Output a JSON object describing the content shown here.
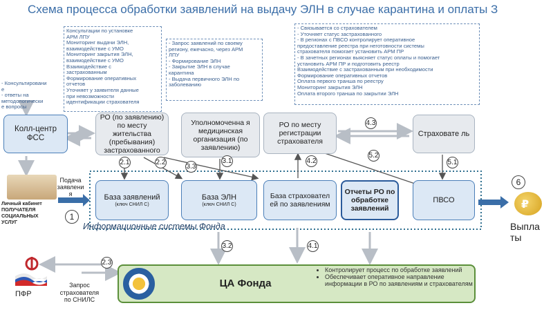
{
  "title": "Схема процесса обработки заявлений на выдачу ЭЛН в случае карантина и оплаты З",
  "left": {
    "consult_lines": [
      "- Консультировани",
      "е",
      "- ответы на",
      "методологически",
      "е вопросы"
    ],
    "callcenter": "Колл-центр ФСС",
    "cabinet_lines": [
      "Личный кабинет",
      "ПОЛУЧАТЕЛЯ",
      "СОЦИАЛЬНЫХ",
      "УСЛУГ"
    ],
    "submit": "Подача заявлени я",
    "pfr": "ПФР",
    "request_lines": [
      "Запрос",
      "страхователя",
      "по СНИЛС"
    ]
  },
  "notes": {
    "ro": [
      "Консультации по установке",
      "АРМ ЛПУ",
      "Мониторинг выдачи ЭЛН,",
      "взаимодействие с УМО",
      "Мониторинг закрытия ЭЛН,",
      "взаимодействие с УМО",
      "Взаимодействие с",
      "застрахованным",
      "Формирование оперативных",
      "отчетов",
      "Уточняет у заявителя данные",
      "при невозможности",
      "идентификации страхователя"
    ],
    "med": [
      "- Запрос заявлений по своему",
      "региону, ежечасно, через АРМ",
      "ЛПУ",
      "- Формирование ЭЛН",
      "- Закрытие ЭЛН в случае",
      "карантина",
      "- Выдача первичного ЭЛН по",
      "заболеванию"
    ],
    "ro2": [
      "- Связывается со страхователем",
      "- Уточняет статус застрахованного",
      "- В регионах с ПВСО контролирует оперативное",
      "предоставление реестра при неготовности системы",
      "страхователя помогает установить АРМ ПР",
      "- В зачетных регионах выясняет статус оплаты и помогает",
      "установить АРМ ПР и подготовить реестр",
      "Взаимодействие с застрахованным при необходимости",
      "Формирование оперативных отчетов",
      "Оплата первого транша по реестру",
      "Мониторинг закрытия ЭЛН",
      "Оплата второго транша по закрытии ЭЛН"
    ]
  },
  "boxes": {
    "ro_residence": "РО (по заявлению) по месту жительства (пребывания) застрахованного",
    "medorg": "Уполномоченна я медицинская организация (по заявлению)",
    "ro_reg": "РО по месту регистрации страхователя",
    "insurer": "Страховате ль",
    "db_apps": "База заявлений",
    "db_apps_sub": "(ключ СНИЛ С)",
    "db_eln": "База ЭЛН",
    "db_eln_sub": "(ключ СНИЛ С)",
    "db_insurers": "База страховател ей по заявлениям",
    "reports": "Отчеты РО по обработке заявлений",
    "pvso": "ПВСО",
    "systems_label": "Информационные системы Фонда",
    "ca": "ЦА Фонда"
  },
  "ca_bullets": [
    "Контролирует процесс по обработке заявлений",
    "Обеспечивает оперативное направление информации в РО по заявлениям и страхователям"
  ],
  "payment": "Выпла ты",
  "steps": [
    "1",
    "2.1",
    "2.2",
    "2.3",
    "3.1",
    "3.2",
    "3.3",
    "4.1",
    "4.2",
    "4.3",
    "5.1",
    "5.2",
    "6"
  ],
  "colors": {
    "title": "#3b6ea8",
    "arrow_blue": "#3a6ea8",
    "arrow_grey": "#b8bec6",
    "green_box": "#d6e8c4"
  }
}
